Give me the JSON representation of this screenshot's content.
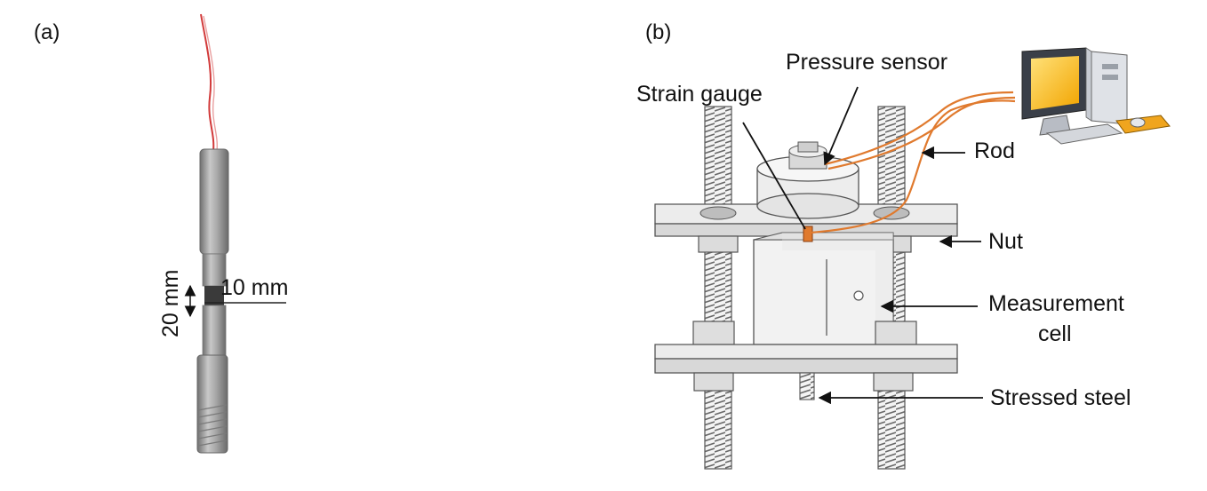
{
  "panels": {
    "a": "(a)",
    "b": "(b)"
  },
  "specimen": {
    "dim_width": "10 mm",
    "dim_height": "20 mm"
  },
  "apparatus": {
    "pressure_sensor": "Pressure sensor",
    "strain_gauge": "Strain gauge",
    "rod": "Rod",
    "nut": "Nut",
    "measurement_cell_line1": "Measurement",
    "measurement_cell_line2": "cell",
    "stressed_steel": "Stressed steel"
  },
  "colors": {
    "wire": "#e07a2e",
    "red_wire": "#d23a3a",
    "metal": "#9a9a9a",
    "outline": "#555555",
    "screen": "#f5b400"
  }
}
